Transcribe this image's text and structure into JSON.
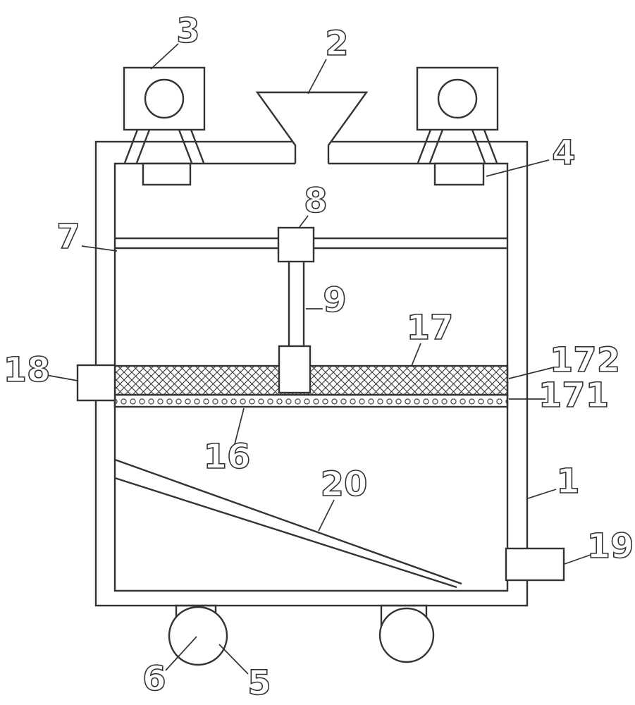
{
  "figure": {
    "type": "patent-line-drawing",
    "background_color": "#ffffff",
    "line_color": "#333333",
    "labels": {
      "n1": "1",
      "n2": "2",
      "n3": "3",
      "n4": "4",
      "n5": "5",
      "n6": "6",
      "n7": "7",
      "n8": "8",
      "n9": "9",
      "n16": "16",
      "n17": "17",
      "n18": "18",
      "n19": "19",
      "n20": "20",
      "n171": "171",
      "n172": "172"
    }
  }
}
